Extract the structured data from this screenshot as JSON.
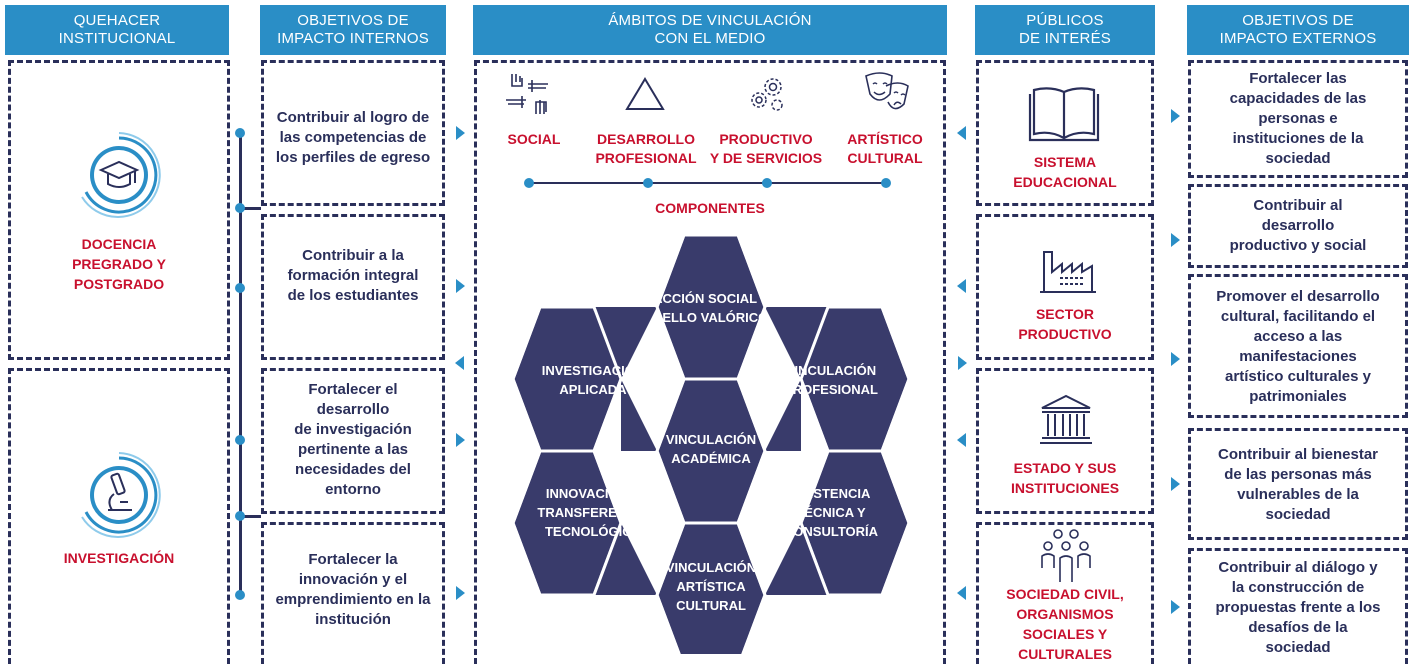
{
  "headers": {
    "quehacer": [
      "QUEHACER",
      "INSTITUCIONAL"
    ],
    "obj_internos": [
      "OBJETIVOS DE",
      "IMPACTO INTERNOS"
    ],
    "ambitos": [
      "ÁMBITOS DE VINCULACIÓN",
      "CON EL MEDIO"
    ],
    "publicos": [
      "PÚBLICOS",
      "DE INTERÉS"
    ],
    "obj_externos": [
      "OBJETIVOS DE",
      "IMPACTO EXTERNOS"
    ]
  },
  "quehacer": [
    {
      "label": [
        "DOCENCIA",
        "PREGRADO Y",
        "POSTGRADO"
      ],
      "icon": "graduation-cap-icon"
    },
    {
      "label": [
        "INVESTIGACIÓN"
      ],
      "icon": "microscope-icon"
    }
  ],
  "objetivos_internos": [
    [
      "Contribuir al logro de",
      "las competencias de",
      "los perfiles de egreso"
    ],
    [
      "Contribuir a la",
      "formación integral",
      "de los estudiantes"
    ],
    [
      "Fortalecer el",
      "desarrollo",
      "de investigación",
      "pertinente a las",
      "necesidades del",
      "entorno"
    ],
    [
      "Fortalecer la",
      "innovación y el",
      "emprendimiento en la",
      "institución"
    ]
  ],
  "ambitos": [
    {
      "label": [
        "SOCIAL"
      ],
      "icon": "handshake-icon"
    },
    {
      "label": [
        "DESARROLLO",
        "PROFESIONAL"
      ],
      "icon": "triangle-icon"
    },
    {
      "label": [
        "PRODUCTIVO",
        "Y DE SERVICIOS"
      ],
      "icon": "gears-icon"
    },
    {
      "label": [
        "ARTÍSTICO",
        "CULTURAL"
      ],
      "icon": "theater-masks-icon"
    }
  ],
  "componentes_label": "COMPONENTES",
  "hexagons": {
    "top": [
      "ACCIÓN SOCIAL Y",
      "SELLO VALÓRICO"
    ],
    "upper_left": [
      "INVESTIGACIÓN",
      "APLICADA"
    ],
    "upper_right": [
      "VINCULACIÓN",
      "PROFESIONAL"
    ],
    "center": [
      "VINCULACIÓN",
      "ACADÉMICA"
    ],
    "lower_left": [
      "INNOVACIÓN Y",
      "TRANSFERENCIA",
      "TECNOLÓGICA"
    ],
    "lower_right": [
      "ASISTENCIA",
      "TÉCNICA Y",
      "CONSULTORÍA"
    ],
    "bottom": [
      "VINCULACIÓN",
      "ARTÍSTICA",
      "CULTURAL"
    ]
  },
  "publicos": [
    {
      "label": [
        "SISTEMA",
        "EDUCACIONAL"
      ],
      "icon": "book-icon"
    },
    {
      "label": [
        "SECTOR",
        "PRODUCTIVO"
      ],
      "icon": "factory-icon"
    },
    {
      "label": [
        "ESTADO Y SUS",
        "INSTITUCIONES"
      ],
      "icon": "government-building-icon"
    },
    {
      "label": [
        "SOCIEDAD CIVIL,",
        "ORGANISMOS",
        "SOCIALES Y",
        "CULTURALES"
      ],
      "icon": "people-group-icon"
    }
  ],
  "objetivos_externos": [
    [
      "Fortalecer las",
      "capacidades de las",
      "personas e",
      "instituciones de la",
      "sociedad"
    ],
    [
      "Contribuir al",
      "desarrollo",
      "productivo y social"
    ],
    [
      "Promover el desarrollo",
      "cultural, facilitando el",
      "acceso a las",
      "manifestaciones",
      "artístico culturales y",
      "patrimoniales"
    ],
    [
      "Contribuir al bienestar",
      "de las personas más",
      "vulnerables de la",
      "sociedad"
    ],
    [
      "Contribuir al diálogo y",
      "la construcción de",
      "propuestas frente a los",
      "desafíos de la",
      "sociedad"
    ]
  ],
  "colors": {
    "navy": "#2a2f5a",
    "blue": "#2a8ec6",
    "red": "#c8102e"
  }
}
